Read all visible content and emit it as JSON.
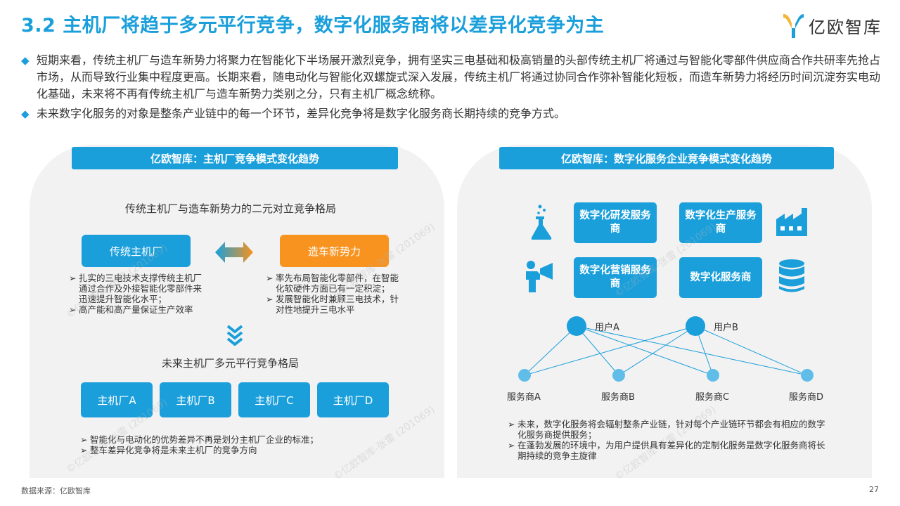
{
  "header": {
    "title": "3.2 主机厂将趋于多元平行竞争，数字化服务商将以差异化竞争为主",
    "logo_text": "亿欧智库"
  },
  "bullets": [
    "短期来看，传统主机厂与造车新势力将聚力在智能化下半场展开激烈竞争，拥有坚实三电基础和极高销量的头部传统主机厂将通过与智能化零部件供应商合作共研率先抢占市场，从而导致行业集中程度更高。长期来看，随电动化与智能化双螺旋式深入发展，传统主机厂将通过协同合作弥补智能化短板，而造车新势力将经历时间沉淀夯实电动化基础，未来将不再有传统主机厂与造车新势力类别之分，只有主机厂概念统称。",
    "未来数字化服务的对象是整条产业链中的每一个环节，差异化竞争将是数字化服务商长期持续的竞争方式。"
  ],
  "left_panel": {
    "header": "亿欧智库：主机厂竞争模式变化趋势",
    "top_subtitle": "传统主机厂与造车新势力的二元对立竞争格局",
    "traditional_label": "传统主机厂",
    "new_force_label": "造车新势力",
    "traditional_notes": [
      "扎实的三电技术支撑传统主机厂通过合作及外接智能化零部件来迅速提升智能化水平；",
      "高产能和高产量保证生产效率"
    ],
    "new_force_notes": [
      "率先布局智能化零部件，在智能化软硬件方面已有一定积淀；",
      "发展智能化时兼顾三电技术，针对性地提升三电水平"
    ],
    "bottom_subtitle": "未来主机厂多元平行竞争格局",
    "oems": [
      "主机厂A",
      "主机厂B",
      "主机厂C",
      "主机厂D"
    ],
    "bottom_notes": [
      "智能化与电动化的优势差异不再是划分主机厂企业的标准；",
      "整车差异化竞争将是未来主机厂的竞争方向"
    ]
  },
  "right_panel": {
    "header": "亿欧智库：数字化服务企业竞争模式变化趋势",
    "services": [
      "数字化研发服务商",
      "数字化生产服务商",
      "数字化营销服务商",
      "数字化服务商"
    ],
    "users": [
      "用户A",
      "用户B"
    ],
    "providers": [
      "服务商A",
      "服务商B",
      "服务商C",
      "服务商D"
    ],
    "notes": [
      "未来，数字化服务将会辐射整条产业链，针对每个产业链环节都会有相应的数字化服务商提供服务；",
      "在蓬勃发展的环境中，为用户提供具有差异化的定制化服务是数字化服务商将长期持续的竞争主旋律"
    ]
  },
  "footer": {
    "source": "数据来源：亿欧智库",
    "page": "27"
  },
  "watermark": "©亿欧智库-张雷 (201069)",
  "colors": {
    "accent": "#1a9fdb",
    "orange": "#f7931e",
    "panel_bg": "#f2f2f2"
  }
}
